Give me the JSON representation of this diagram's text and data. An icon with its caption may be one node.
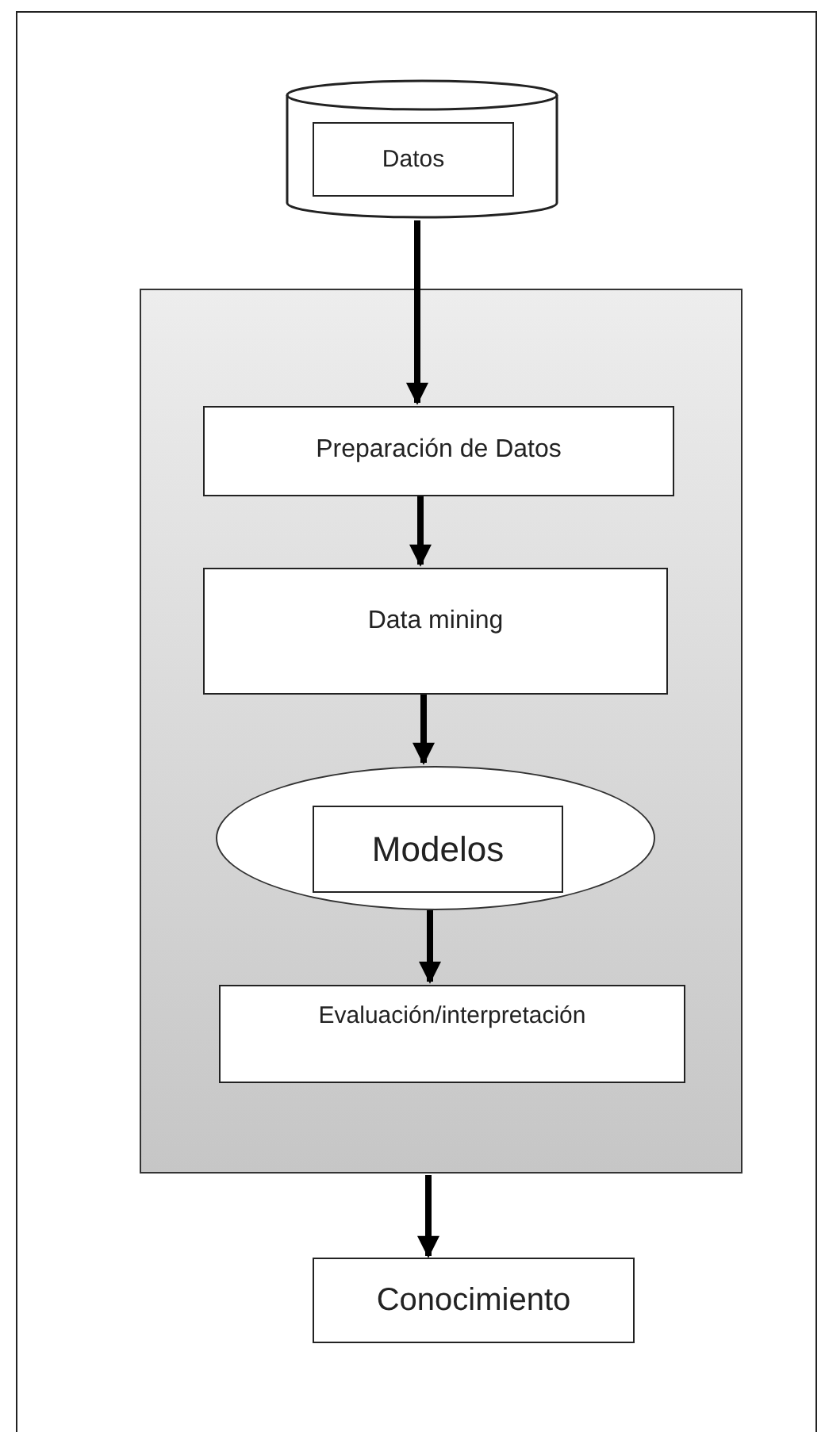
{
  "diagram": {
    "nodes": [
      {
        "text": [],
        "shape": "cylinder"
      },
      {
        "text": [
          "Datos"
        ],
        "in": 0
      },
      {
        "text": [],
        "shape": "box"
      },
      {
        "text": [
          "Preparación de Datos"
        ],
        "in": 2
      },
      {
        "text": [
          "Data mining"
        ],
        "in": 2
      },
      {
        "text": [],
        "shape": "ellipse",
        "in": 2
      },
      {
        "text": [
          "Modelos"
        ],
        "in": 5
      },
      {
        "text": [
          "Evaluación/interpretación"
        ],
        "in": 2
      },
      {
        "text": [
          "Conocimiento"
        ]
      }
    ],
    "edges": [
      {
        "from": 0,
        "to": 3,
        "arrow": "to"
      },
      {
        "from": 3,
        "to": 4,
        "arrow": "to"
      },
      {
        "from": 4,
        "to": 5,
        "arrow": "to"
      },
      {
        "from": 5,
        "to": 7,
        "arrow": "to"
      },
      {
        "from": 2,
        "to": 8,
        "arrow": "to"
      }
    ]
  }
}
